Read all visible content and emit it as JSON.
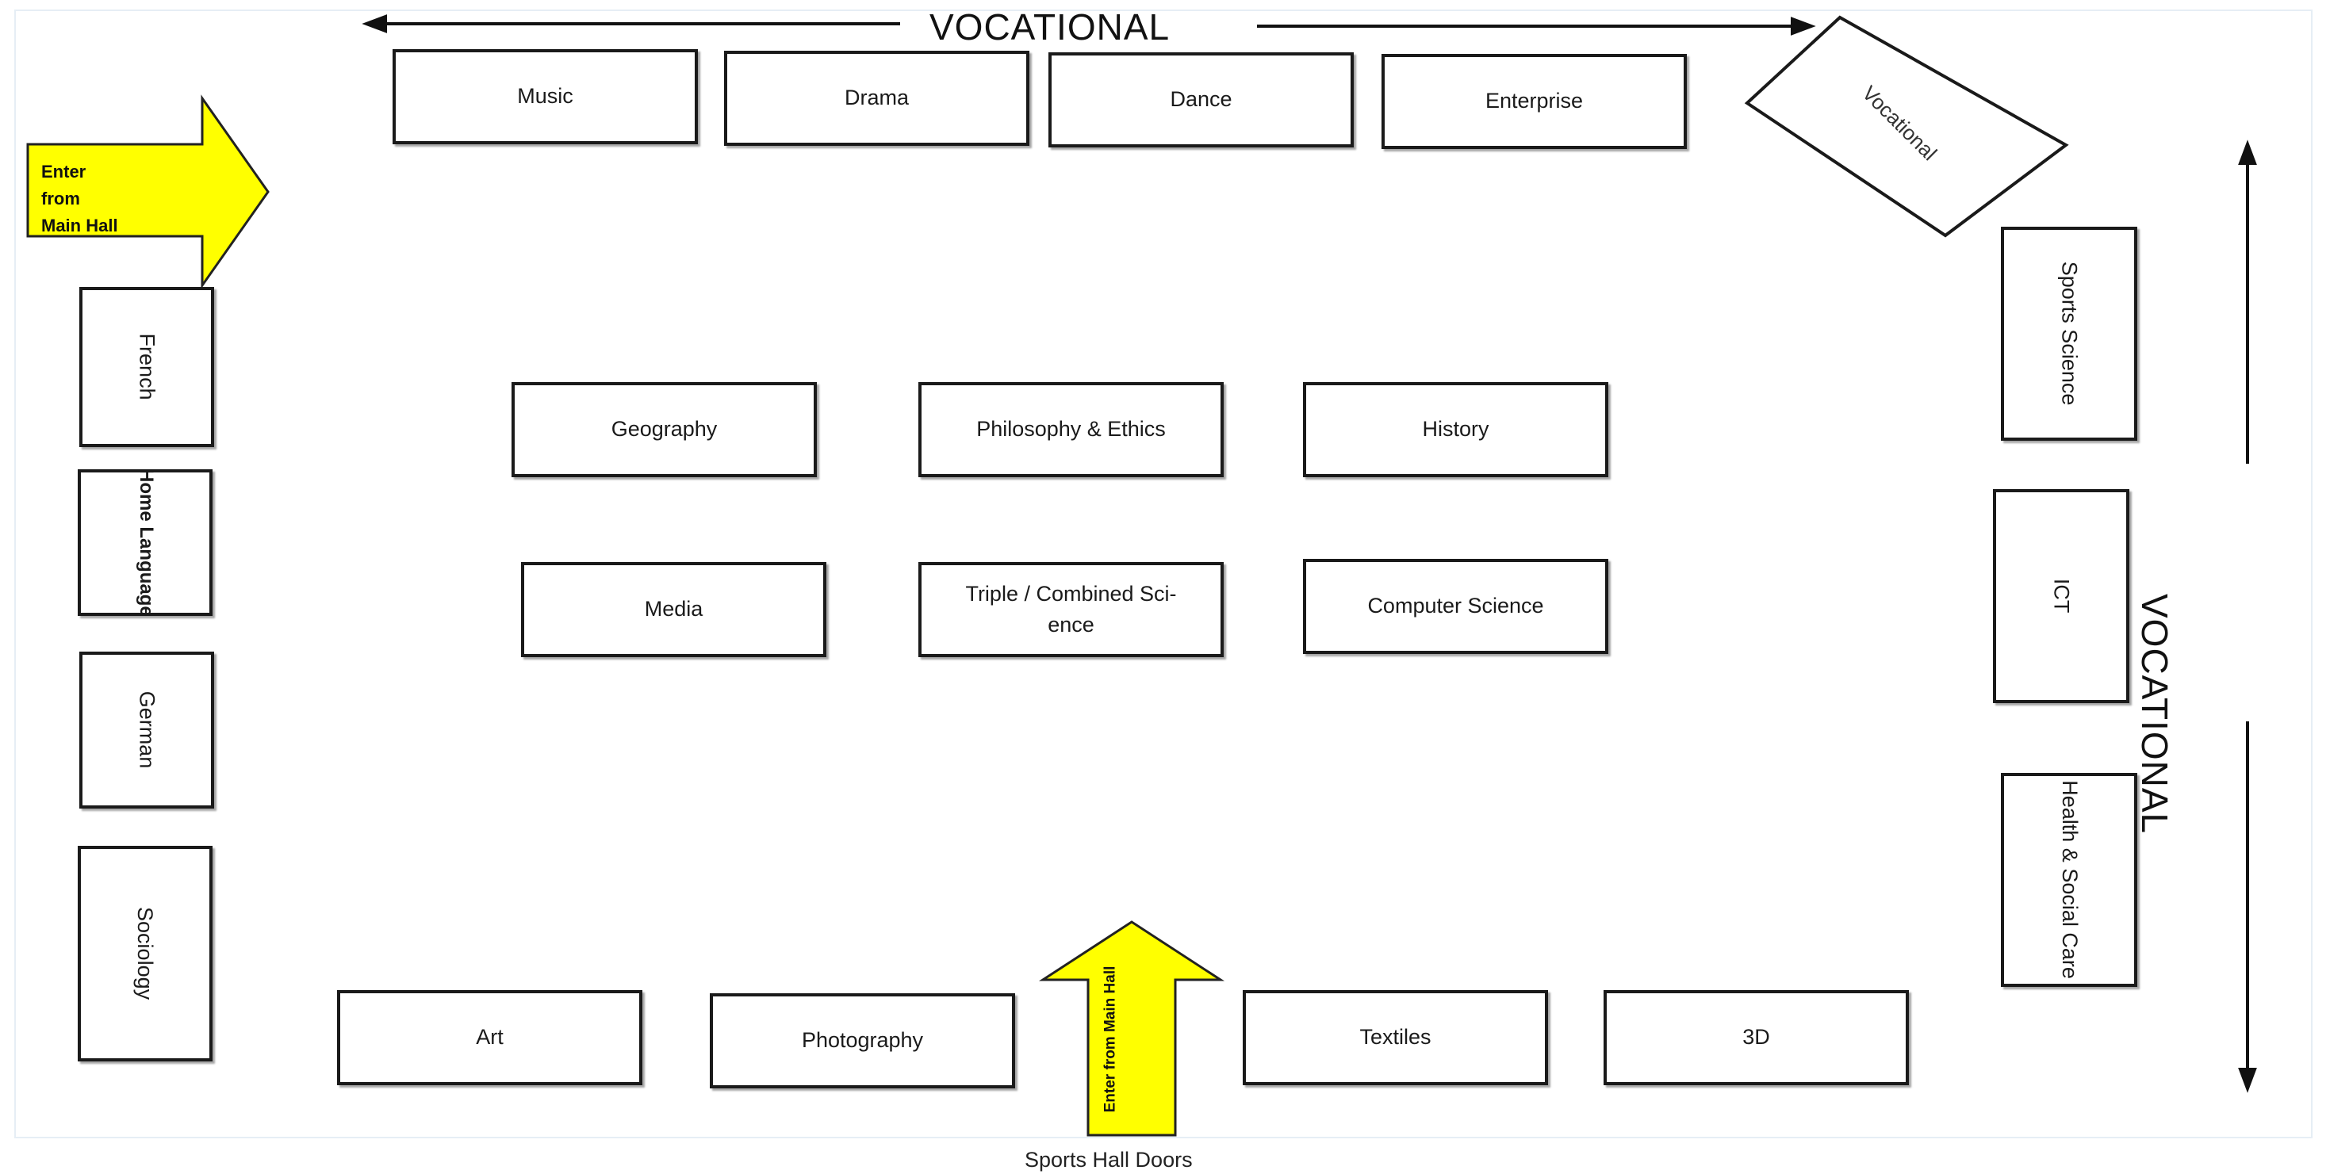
{
  "top_banner": "VOCATIONAL",
  "right_banner": "VOCATIONAL",
  "diamond_label": "Vocational",
  "top_row": [
    "Music",
    "Drama",
    "Dance",
    "Enterprise"
  ],
  "left_column": [
    "French",
    "Home Language",
    "German",
    "Sociology"
  ],
  "right_column": [
    "Sports Science",
    "ICT",
    "Health & Social Care"
  ],
  "center_row_1": [
    "Geography",
    "Philosophy & Ethics",
    "History"
  ],
  "center_row_2": [
    "Media",
    "Triple / Combined Sci-",
    "ence",
    "Computer Science"
  ],
  "bottom_row": [
    "Art",
    "Photography",
    "Textiles",
    "3D"
  ],
  "entrances": {
    "left_arrow": [
      "Enter",
      "from",
      "Main Hall"
    ],
    "bottom_arrow": "Enter from Main Hall"
  },
  "footer": "Sports Hall Doors",
  "colors": {
    "arrow_fill": "#ffff00",
    "box_border": "#1a1a1a",
    "frame": "#e6eef5"
  }
}
